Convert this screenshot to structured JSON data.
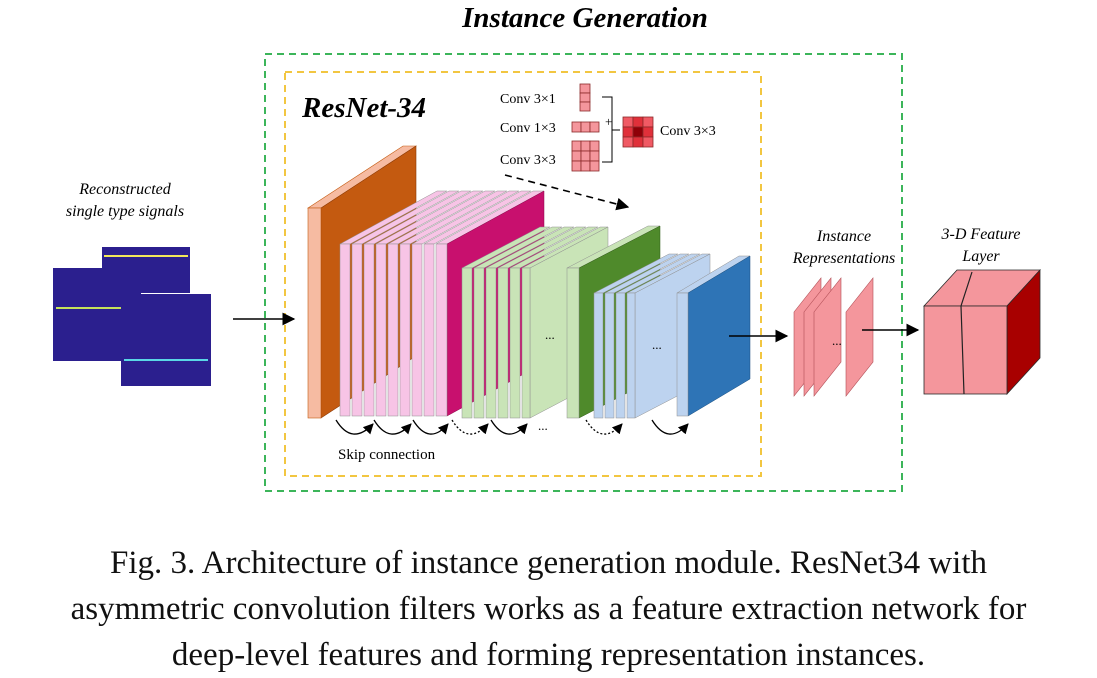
{
  "title": "Instance Generation",
  "resnet_label": "ResNet-34",
  "input_label_line1": "Reconstructed",
  "input_label_line2": "single type signals",
  "conv_labels": {
    "conv31": "Conv 3×1",
    "conv13": "Conv 1×3",
    "conv33": "Conv 3×3",
    "plus": "+",
    "result": "Conv 3×3"
  },
  "ellipsis": "...",
  "skip_label": "Skip connection",
  "instance_line1": "Instance",
  "instance_line2": "Representations",
  "feature_line1": "3-D Feature",
  "feature_line2": "Layer",
  "caption": {
    "line1": "Fig. 3.    Architecture of instance generation module. ResNet34 with",
    "line2": "asymmetric convolution filters works as a feature extraction network for",
    "line3": "deep-level features and forming representation instances."
  },
  "colors": {
    "green_dash": "#3cb55a",
    "yellow_dash": "#f2c641",
    "orange": "#c45a10",
    "pink": "#f7c4e6",
    "magenta": "#c8106e",
    "light_green": "#c9e4b7",
    "dark_green": "#4f8a2b",
    "light_blue": "#bdd3ef",
    "blue": "#2e74b6",
    "salmon": "#f4969c",
    "dark_red": "#a80000"
  }
}
